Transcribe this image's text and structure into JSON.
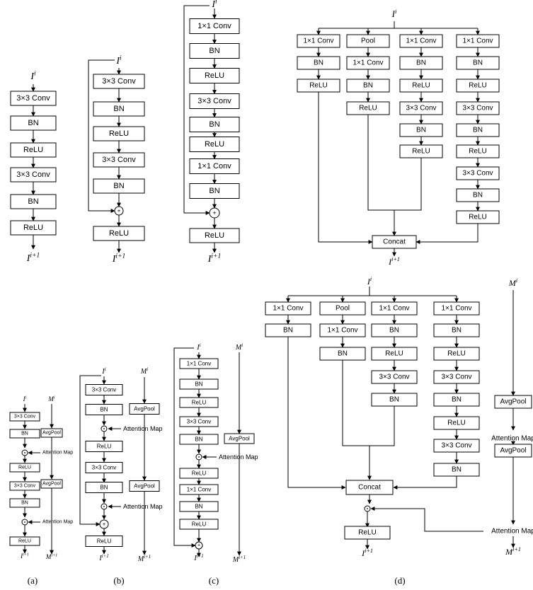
{
  "labels": {
    "conv3": "3×3 Conv",
    "conv1": "1×1 Conv",
    "bn": "BN",
    "relu": "ReLU",
    "pool": "Pool",
    "avgpool": "AvgPool",
    "concat": "Concat",
    "attention_map": "Attention Map",
    "plus": "+",
    "odot": "⊙",
    "I_i": "I",
    "I_next": "I",
    "M_i": "M",
    "M_next": "M",
    "sup_i": "i",
    "sup_next": "i+1"
  },
  "captions": [
    "(a)",
    "(b)",
    "(c)",
    "(d)"
  ]
}
